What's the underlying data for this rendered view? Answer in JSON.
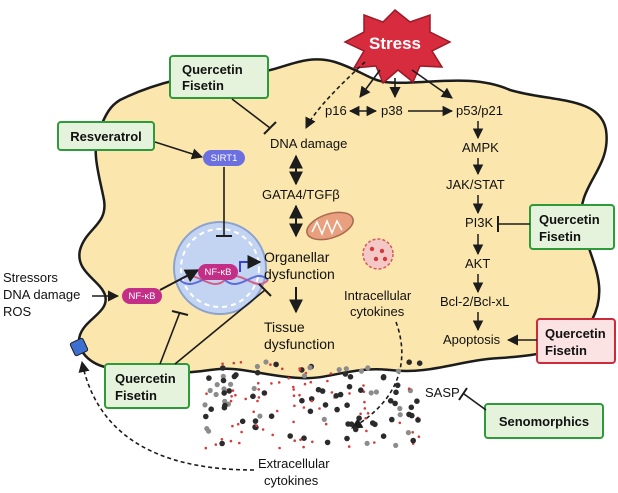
{
  "colors": {
    "cell_fill": "#fbe7ad",
    "cell_stroke": "#1c1c1c",
    "stress_fill": "#d62c3e",
    "green_box_fill": "#e6f3dc",
    "green_box_stroke": "#2f9a3a",
    "red_box_fill": "#fbe2e3",
    "red_box_stroke": "#cc2b3a",
    "sirt1_fill": "#6c6fe0",
    "nfkb_fill": "#c32f86",
    "receptor_fill": "#3d6fd1"
  },
  "stress": {
    "label": "Stress"
  },
  "inhibitors": {
    "quercetin_top": {
      "line1": "Quercetin",
      "line2": "Fisetin"
    },
    "resveratrol": {
      "label": "Resveratrol"
    },
    "quercetin_right": {
      "line1": "Quercetin",
      "line2": "Fisetin"
    },
    "quercetin_apoptosis": {
      "line1": "Quercetin",
      "line2": "Fisetin"
    },
    "quercetin_bottom": {
      "line1": "Quercetin",
      "line2": "Fisetin"
    },
    "senomorphics": {
      "label": "Senomorphics"
    }
  },
  "left_pathway": {
    "dna_damage": "DNA damage",
    "gata4": "GATA4/TGFβ",
    "organellar_1": "Organellar",
    "organellar_2": "dysfunction",
    "tissue_1": "Tissue",
    "tissue_2": "dysfunction"
  },
  "right_pathway": {
    "p16": "p16",
    "p38": "p38",
    "p53": "p53/p21",
    "ampk": "AMPK",
    "jak": "JAK/STAT",
    "pi3k": "PI3K",
    "akt": "AKT",
    "bcl2": "Bcl-2/Bcl-xL",
    "apoptosis": "Apoptosis"
  },
  "molecules": {
    "sirt1": "SIRT1",
    "nfkb_nucleus": "NF-κB",
    "nfkb_cytoplasm": "NF-κB"
  },
  "external": {
    "stressors_1": "Stressors",
    "stressors_2": "DNA damage",
    "stressors_3": "ROS",
    "intracellular_1": "Intracellular",
    "intracellular_2": "cytokines",
    "sasp": "SASP",
    "extracellular_1": "Extracellular",
    "extracellular_2": "cytokines"
  }
}
